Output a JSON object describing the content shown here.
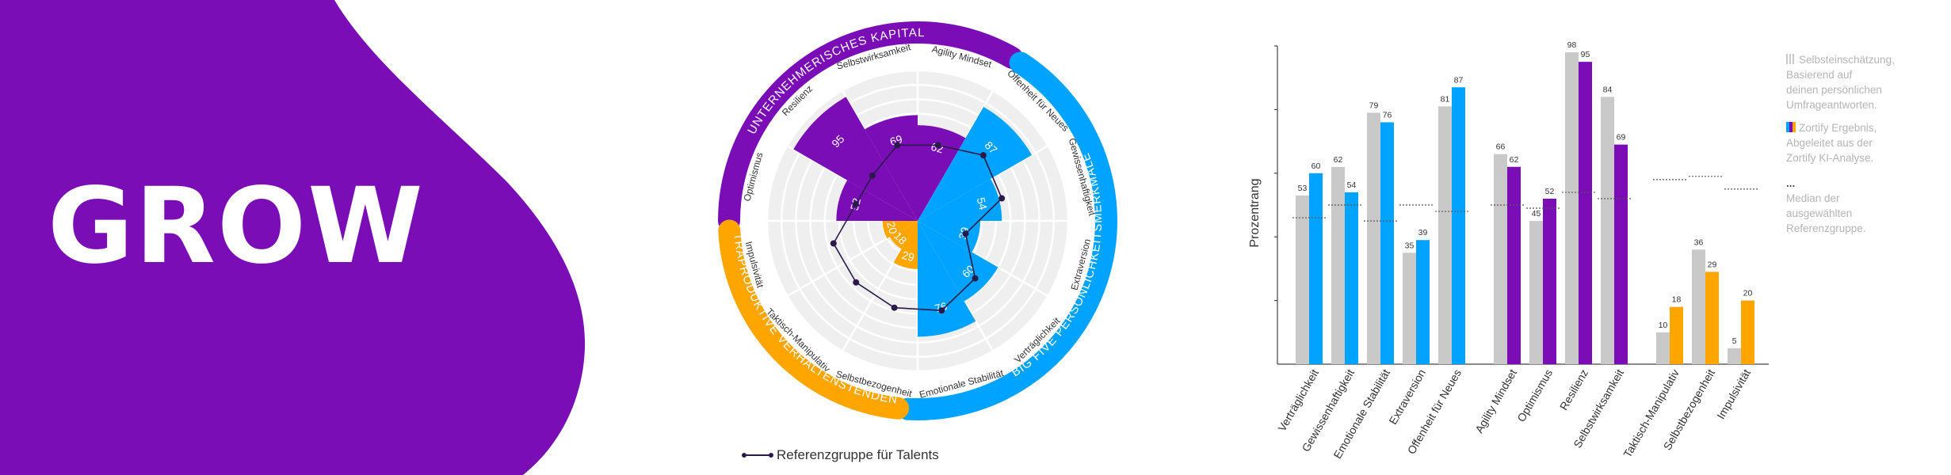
{
  "banner": {
    "title": "GROW",
    "bg_color": "#7a0db5"
  },
  "colors": {
    "purple": "#7a0db5",
    "blue": "#00a3ff",
    "orange": "#ffa500",
    "self_grey": "#c9c9c9",
    "ring_grey": "#efefef"
  },
  "chart_data": [
    {
      "type": "radial-bar",
      "groups": [
        {
          "label": "UNTERNEHMERISCHES KAPITAL",
          "color": "#7a0db5"
        },
        {
          "label": "BIG FIVE PERSÖNLICHKEITSMERKMALE",
          "color": "#00a3ff"
        },
        {
          "label": "KONTRAPRODUKTIVE VERHALTENSTENDENZEN",
          "color": "#ffa500"
        }
      ],
      "categories": [
        "Agility Mindset",
        "Offenheit für Neues",
        "Gewissenhaftigkeit",
        "Extraversion",
        "Verträglichkeit",
        "Emotionale Stabilität",
        "Selbstbezogenheit",
        "Taktisch-Manipulativ",
        "Impulsivität",
        "Optimismus",
        "Resilienz",
        "Selbstwirksamkeit"
      ],
      "category_groups": [
        0,
        1,
        1,
        1,
        1,
        1,
        2,
        2,
        2,
        0,
        0,
        0
      ],
      "values": [
        62,
        87,
        54,
        39,
        60,
        76,
        29,
        18,
        20,
        52,
        95,
        69
      ],
      "reference_series": {
        "name": "Referenzgruppe für Talents",
        "values": [
          50,
          60,
          56,
          30,
          52,
          60,
          58,
          56,
          56,
          40,
          40,
          50
        ]
      },
      "rmax": 100,
      "legend": "bottom"
    },
    {
      "type": "bar",
      "ylabel": "Prozentrang",
      "ylim": [
        0,
        100
      ],
      "categories": [
        "Verträglichkeit",
        "Gewissenhaftigkeit",
        "Emotionale Stabilität",
        "Extraversion",
        "Offenheit für Neues",
        "Agility Mindset",
        "Optimismus",
        "Resilienz",
        "Selbstwirksamkeit",
        "Taktisch-Manipulativ",
        "Selbstbezogenheit",
        "Impulsivität"
      ],
      "colors_zortify": [
        "#00a3ff",
        "#00a3ff",
        "#00a3ff",
        "#00a3ff",
        "#00a3ff",
        "#7a0db5",
        "#7a0db5",
        "#7a0db5",
        "#7a0db5",
        "#ffa500",
        "#ffa500",
        "#ffa500"
      ],
      "series": [
        {
          "name": "Selbsteinschätzung",
          "values": [
            53,
            62,
            79,
            35,
            81,
            66,
            45,
            98,
            84,
            10,
            36,
            5
          ]
        },
        {
          "name": "Zortify Ergebnis",
          "values": [
            60,
            54,
            76,
            39,
            87,
            62,
            52,
            95,
            69,
            18,
            29,
            20
          ]
        }
      ],
      "median": [
        46,
        50,
        45,
        50,
        48,
        50,
        49,
        54,
        52,
        58,
        59,
        55
      ],
      "legend": {
        "self": {
          "title": "Selbsteinschätzung,",
          "text": [
            "Basierend auf",
            "deinen persönlichen",
            "Umfrageantworten."
          ]
        },
        "zortify": {
          "title": "Zortify Ergebnis,",
          "text": [
            "Abgeleitet aus der",
            "Zortify KI-Analyse."
          ]
        },
        "median": {
          "title": "...",
          "text": [
            "Median der",
            "ausgewählten",
            "Referenzgruppe."
          ]
        }
      }
    }
  ]
}
